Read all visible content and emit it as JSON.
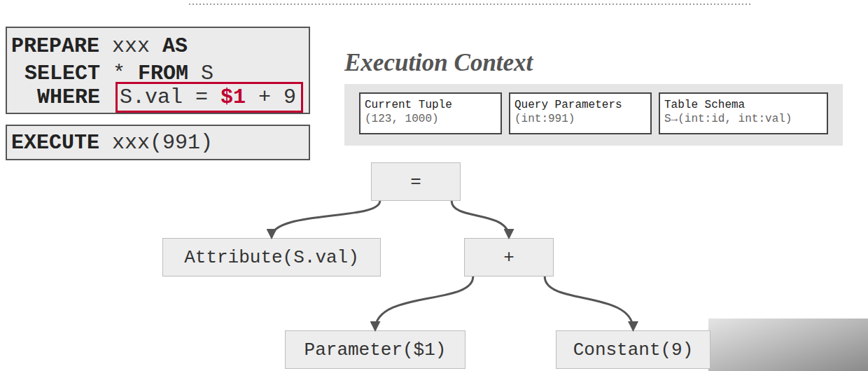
{
  "diagram": {
    "nodes": [
      {
        "text": [
          "PREPARE",
          "xxx",
          "AS",
          "SELECT",
          "*",
          "FROM",
          "S",
          "WHERE"
        ]
      },
      {
        "text": [
          "S.val =",
          "$1",
          "+ 9"
        ],
        "in": 0
      },
      {
        "text": [
          "EXECUTE",
          "xxx(991)"
        ]
      },
      {
        "text": [
          "Execution Context"
        ]
      },
      {
        "text": [
          "Current Tuple",
          "(123, 1000)"
        ],
        "in": 3
      },
      {
        "text": [
          "Query Parameters",
          "(int:991)"
        ],
        "in": 3
      },
      {
        "text": [
          "Table Schema",
          "S→(int:id, int:val)"
        ],
        "in": 3
      },
      {
        "text": [
          "="
        ]
      },
      {
        "text": [
          "Attribute(S.val)"
        ]
      },
      {
        "text": [
          "+"
        ]
      },
      {
        "text": [
          "Parameter($1)"
        ]
      },
      {
        "text": [
          "Constant(9)"
        ]
      }
    ],
    "edges": [
      {
        "from": 7,
        "to": 8,
        "arrow": "to"
      },
      {
        "from": 7,
        "to": 9,
        "arrow": "to"
      },
      {
        "from": 9,
        "to": 10,
        "arrow": "to"
      },
      {
        "from": 9,
        "to": 11,
        "arrow": "to"
      }
    ]
  }
}
